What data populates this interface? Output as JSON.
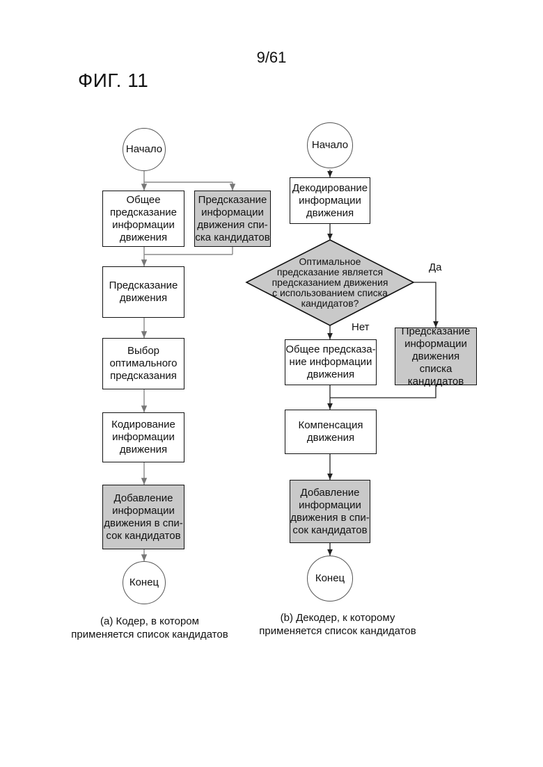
{
  "page": {
    "number": "9/61",
    "figure_title": "ФИГ. 11"
  },
  "encoder": {
    "start": "Начало",
    "general_prediction": "Общее\nпредсказание\nинформации\nдвижения",
    "candidate_prediction": "Предсказание\nинформации\nдвижения спи-\nска кандидатов",
    "motion_prediction": "Предсказание\nдвижения",
    "optimal_selection": "Выбор\nоптимального\nпредсказания",
    "encoding": "Кодирование\nинформации\nдвижения",
    "add_to_list": "Добавление\nинформации\nдвижения в спи-\nсок кандидатов",
    "end": "Конец",
    "caption": "(a) Кодер, в котором\nприменяется список кандидатов"
  },
  "decoder": {
    "start": "Начало",
    "decoding": "Декодирование\nинформации\nдвижения",
    "decision": "Оптимальное\nпредсказание является\nпредсказанием движения\nс использованием списка\nкандидатов?",
    "yes_label": "Да",
    "no_label": "Нет",
    "general_prediction": "Общее предсказа-\nние информации\nдвижения",
    "candidate_prediction": "Предсказание\nинформации\nдвижения списка\nкандидатов",
    "compensation": "Компенсация\nдвижения",
    "add_to_list": "Добавление\nинформации\nдвижения в спи-\nсок кандидатов",
    "end": "Конец",
    "caption": "(b) Декодер, к которому\nприменяется список кандидатов"
  }
}
